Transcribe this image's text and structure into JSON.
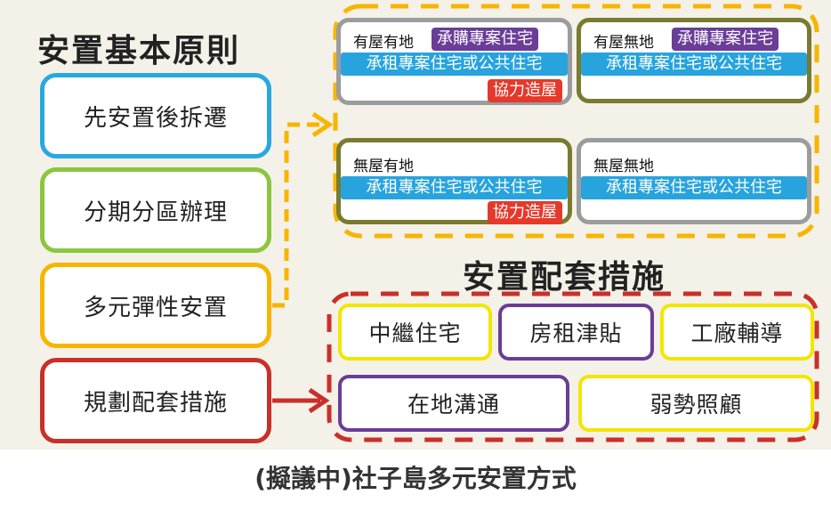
{
  "principles": {
    "title": "安置基本原則",
    "items": [
      "先安置後拆遷",
      "分期分區辦理",
      "多元彈性安置",
      "規劃配套措施"
    ]
  },
  "cases": [
    {
      "label": "有屋有地",
      "buy": "承購專案住宅",
      "rent": "承租專案住宅或公共住宅",
      "build": "協力造屋"
    },
    {
      "label": "有屋無地",
      "buy": "承購專案住宅",
      "rent": "承租專案住宅或公共住宅"
    },
    {
      "label": "無屋有地",
      "rent": "承租專案住宅或公共住宅",
      "build": "協力造屋"
    },
    {
      "label": "無屋無地",
      "rent": "承租專案住宅或公共住宅"
    }
  ],
  "measures": {
    "title": "安置配套措施",
    "items": [
      "中繼住宅",
      "房租津貼",
      "工廠輔導",
      "在地溝通",
      "弱勢照顧"
    ]
  },
  "caption": "(擬議中)社子島多元安置方式",
  "colors": {
    "blue": "#29a8e0",
    "green": "#8cc63f",
    "orange": "#f7b500",
    "red": "#c8302a",
    "purple": "#6a3d97",
    "olive": "#7a7a30",
    "gray": "#9a9c9e",
    "yellow": "#f2e600"
  }
}
